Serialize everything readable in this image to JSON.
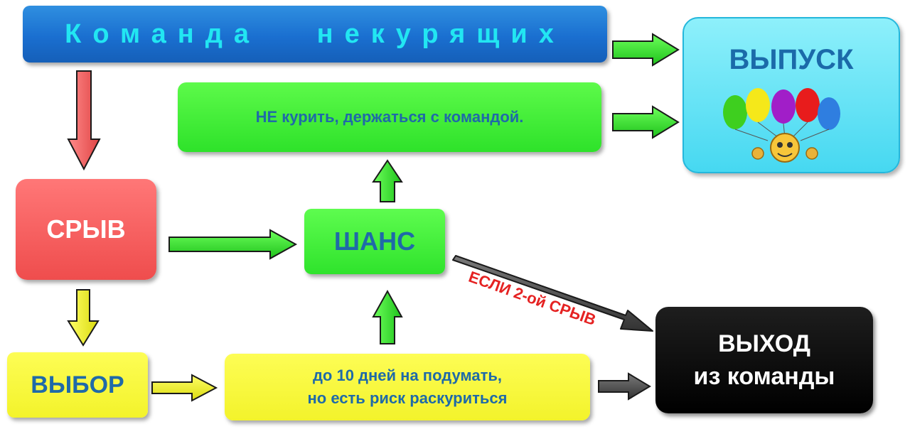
{
  "boxes": {
    "team": "Команда   некурящих",
    "release": "ВЫПУСК",
    "rule": "НЕ курить, держаться с командой.",
    "breakdown": "СРЫВ",
    "chance": "ШАНС",
    "choice": "ВЫБОР",
    "think_line1": "до 10  дней на подумать,",
    "think_line2": "но есть риск раскуриться",
    "exit_line1": "ВЫХОД",
    "exit_line2": "из команды"
  },
  "labels": {
    "second_breakdown": "ЕСЛИ 2-ой СРЫВ"
  },
  "colors": {
    "blue": "#1a6fd0",
    "green": "#2ee22a",
    "red": "#ef4d4d",
    "yellow": "#f3f32b",
    "black": "#000000",
    "cyan": "#46d8f1"
  },
  "icons": {
    "release_picture": "balloons-smiley-icon"
  }
}
